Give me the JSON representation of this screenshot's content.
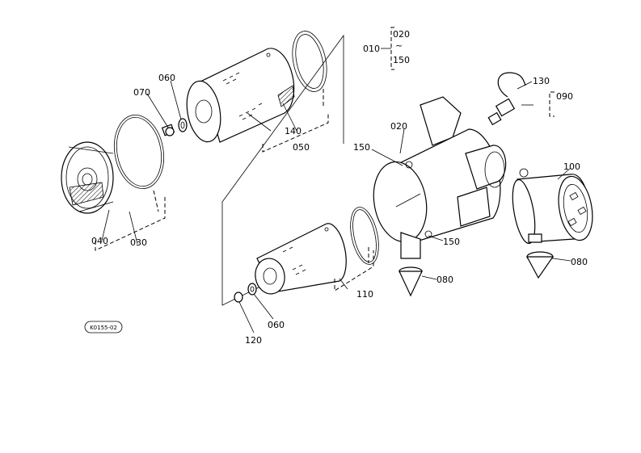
{
  "diagram": {
    "drawing_code": "K0155-02",
    "part_labels": {
      "p010": "010",
      "p020_range": "020",
      "p150_range": "150",
      "p020": "020",
      "p150_a": "150",
      "p150_b": "150",
      "p130": "130",
      "p090": "090",
      "p100": "100",
      "p080_a": "080",
      "p080_b": "080",
      "p070": "070",
      "p060_a": "060",
      "p060_b": "060",
      "p140": "140",
      "p050": "050",
      "p040": "040",
      "p030": "030",
      "p110": "110",
      "p120": "120"
    }
  }
}
